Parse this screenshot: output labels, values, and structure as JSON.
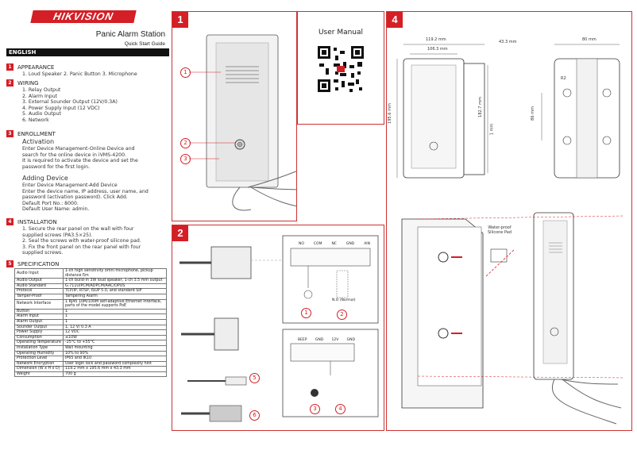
{
  "brand": "HIKVISION",
  "title": "Panic Alarm Station",
  "subtitle": "Quick Start Guide",
  "language": "ENGLISH",
  "sections": {
    "appearance": {
      "num": "1",
      "title": "APPEARANCE",
      "text": "1. Loud Speaker 2. Panic Button 3. Microphone"
    },
    "wiring": {
      "num": "2",
      "title": "WIRING",
      "items": [
        "1. Relay Output",
        "2. Alarm Input",
        "3. External Sounder Output (12V/0.3A)",
        "4. Power Supply Input (12 VDC)",
        "5. Audio Output",
        "6. Network"
      ]
    },
    "enrollment": {
      "num": "3",
      "title": "ENROLLMENT",
      "activation_title": "Activation",
      "activation_lines": [
        "Enter Device Management-Online Device and",
        "search for the online device in iVMS-4200.",
        "It is required to activate the device and set the",
        "password for the first login."
      ],
      "adding_title": "Adding Device",
      "adding_lines": [
        "Enter Device Management-Add Device",
        "Enter the device name, IP address, user name, and",
        "password (activation password). Click Add.",
        "Default Port No.: 8000.",
        "Default User Name: admin."
      ]
    },
    "installation": {
      "num": "4",
      "title": "INSTALLATION",
      "lines": [
        "1. Secure the rear panel on the wall with four",
        "supplied screws (PA3.5×25).",
        "2. Seal the screws with water-proof silicone pad.",
        "3. Fix the front panel on the rear panel with four",
        "supplied screws."
      ]
    },
    "specification": {
      "num": "5",
      "title": "SPECIFICATION",
      "rows": [
        [
          "Audio Input",
          "1-ch high sensitivity omni microphone, pickup distance:5m"
        ],
        [
          "Audio Output",
          "1-ch build-in 3W loud speaker, 1-ch 3.5 mm output"
        ],
        [
          "Audio Standard",
          "G.711U/PCM/ADPCM/AAC/OPUS"
        ],
        [
          "Protocol",
          "TCP/IP, RTSP, ISUP 5.0, and standard SIP"
        ],
        [
          "Tamper-Proof",
          "Tampering Alarm"
        ],
        [
          "Network Interface",
          "1 RJ45 10M/100M self-adaptive Ethernet Interface, parts of the model supports PoE"
        ],
        [
          "Button",
          "1"
        ],
        [
          "Alarm Input",
          "1"
        ],
        [
          "Alarm Output",
          "1"
        ],
        [
          "Sounder Output",
          "1, 12 V/ 0.3 A"
        ],
        [
          "Power Supply",
          "12 VDC"
        ],
        [
          "Consumption",
          "≤10W"
        ],
        [
          "Operating Temperature",
          "-25°C to +55°C"
        ],
        [
          "Installation Type",
          "Wall mounting"
        ],
        [
          "Operating Humidity",
          "10% to 90%"
        ],
        [
          "Protection Level",
          "IP65 and IK10"
        ],
        [
          "Network Encryption",
          "User login lock and password complexity hint"
        ],
        [
          "Dimension (W x H x D)",
          "119.2 mm x 195.6 mm x 43.3 mm"
        ],
        [
          "Weight",
          "700 g"
        ]
      ]
    }
  },
  "panels": {
    "p1": {
      "badge": "1",
      "callouts": [
        "1",
        "2",
        "3"
      ]
    },
    "p2": {
      "badge": "2",
      "relay_terminals": [
        "NO",
        "COM",
        "NC",
        "GND",
        "AIN"
      ],
      "relay_callouts": [
        "1",
        "2"
      ],
      "normal_note": "N.O (Normal)",
      "power_terminals": [
        "BEEP",
        "GND",
        "12V",
        "GND"
      ],
      "power_callouts": [
        "3",
        "4"
      ],
      "cable_callouts": [
        "5",
        "6"
      ]
    },
    "manual": {
      "title": "User Manual"
    },
    "p4": {
      "badge": "4",
      "dims": {
        "w_outer": "119.2 mm",
        "w_inner": "106.3 mm",
        "depth": "43.3 mm",
        "side_w": "80 mm",
        "h_outer": "195.6 mm",
        "h_inner": "182.7 mm",
        "h_small": "1 mm",
        "hole": "86 mm",
        "radius": "R2"
      },
      "silicone_label": "Water-proof Silicone Pad"
    }
  },
  "colors": {
    "accent": "#d41f26",
    "frame": "#cc3333"
  }
}
